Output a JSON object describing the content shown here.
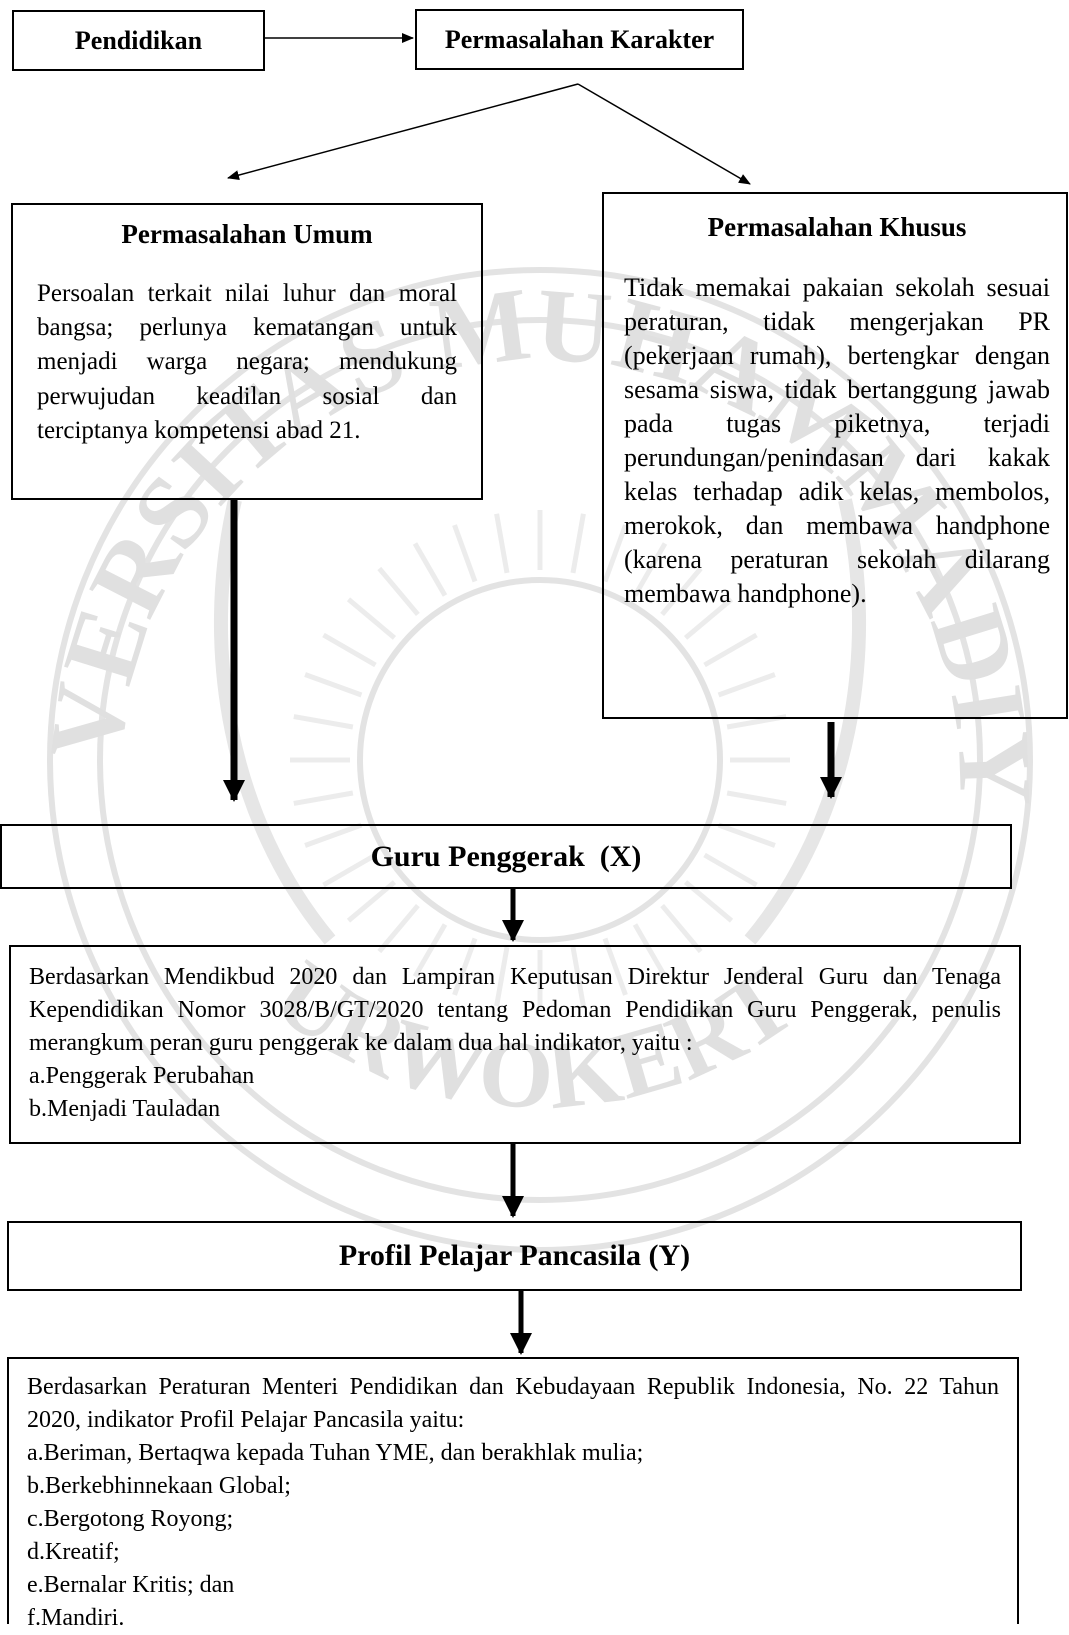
{
  "pendidikan": "Pendidikan",
  "permasalahan_karakter": "Permasalahan Karakter",
  "umum": {
    "title": "Permasalahan Umum",
    "body": "Persoalan terkait nilai luhur dan moral bangsa; perlunya kematangan untuk menjadi warga negara; mendukung perwujudan keadilan sosial dan terciptanya kompetensi abad 21."
  },
  "khusus": {
    "title": "Permasalahan Khusus",
    "body": "Tidak memakai pakaian sekolah sesuai peraturan, tidak mengerjakan PR (pekerjaan rumah), bertengkar dengan sesama siswa, tidak bertanggung jawab pada tugas piketnya, terjadi perundungan/penindasan dari kakak kelas terhadap adik kelas, membolos, merokok, dan membawa handphone (karena peraturan sekolah dilarang membawa handphone)."
  },
  "guru_penggerak": "Guru Penggerak  (X)",
  "guru_desc": {
    "intro": "Berdasarkan Mendikbud 2020 dan Lampiran Keputusan Direktur Jenderal Guru dan Tenaga Kependidikan Nomor 3028/B/GT/2020 tentang Pedoman Pendidikan Guru Penggerak, penulis merangkum peran guru penggerak ke dalam dua hal indikator, yaitu :",
    "items": [
      "a.Penggerak Perubahan",
      "b.Menjadi Tauladan"
    ]
  },
  "profil": "Profil Pelajar Pancasila (Y)",
  "profil_desc": {
    "intro": "Berdasarkan Peraturan Menteri Pendidikan dan Kebudayaan Republik Indonesia, No. 22 Tahun 2020, indikator Profil Pelajar Pancasila yaitu:",
    "items": [
      "a.Beriman, Bertaqwa kepada Tuhan YME, dan berakhlak mulia;",
      "b.Berkebhinnekaan Global;",
      "c.Bergotong Royong;",
      "d.Kreatif;",
      "e.Bernalar Kritis; dan",
      "f.Mandiri."
    ]
  },
  "watermark": {
    "text_top": "UNIVERSITAS MUHAMMADIYAH",
    "text_bottom": "PURWOKERTO",
    "color": "#d9d9d9"
  }
}
